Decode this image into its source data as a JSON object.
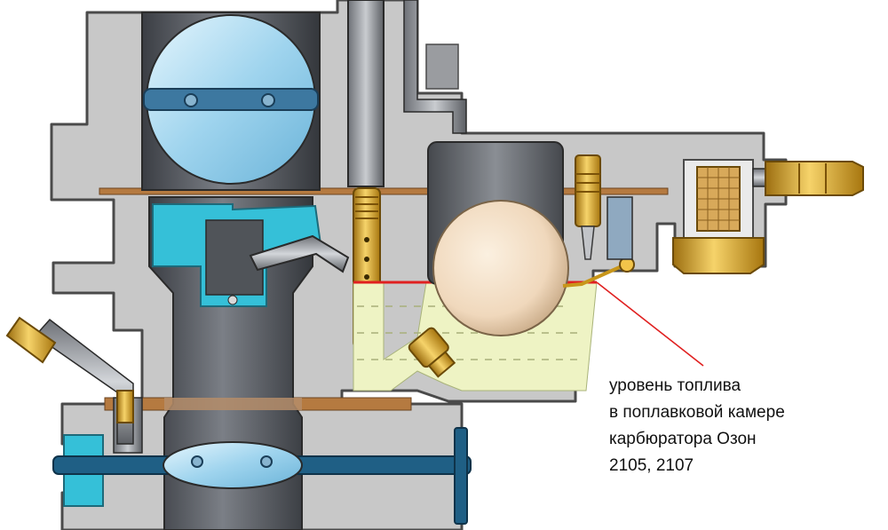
{
  "caption": {
    "lines": [
      "уровень топлива",
      "в поплавковой камере",
      "карбюратора Озон",
      "2105, 2107"
    ]
  },
  "colors": {
    "body": "#c8c8c8",
    "body_outline": "#5a5a5a",
    "cavity": "#ffffff",
    "barrel": "#4a4d52",
    "throttle_glass": "#a9d9f0",
    "fuel": "#eef3c4",
    "float": "#f2ddc4",
    "brass": "#d9a520",
    "gasket": "#b57a40",
    "nozzle_cyan": "#35c0d8",
    "shaft": "#1f5f85",
    "leader_line": "#e02020"
  },
  "icons": [
    "carburetor-cross-section"
  ]
}
